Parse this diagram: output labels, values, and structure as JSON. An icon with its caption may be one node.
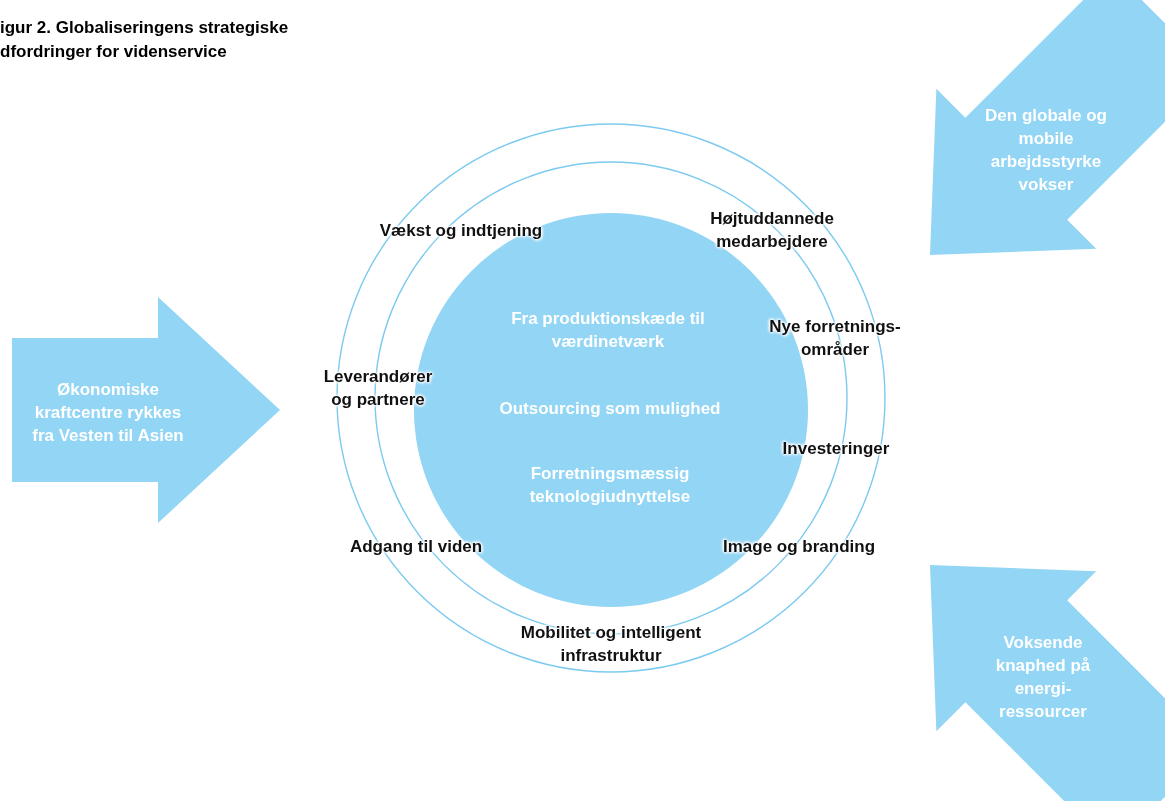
{
  "diagram": {
    "nodes": [
      {
        "text": [
          "Vækst og indtjening",
          "Højtuddannede medarbejdere",
          "Nye forretnings- områder",
          "Leverandører og partnere",
          "Investeringer",
          "Adgang til viden",
          "Image og branding",
          "Mobilitet og intelligent infrastruktur"
        ]
      },
      {
        "text": [
          "Fra produktionskæde til værdinetværk",
          "Outsourcing som mulighed",
          "Forretningsmæssig teknologiudnyttelse"
        ],
        "in": 0
      },
      {
        "text": [
          "Økonomiske kraftcentre rykkes fra Vesten til Asien"
        ]
      },
      {
        "text": [
          "Den globale og mobile arbejdsstyrke vokser"
        ]
      },
      {
        "text": [
          "Voksende knaphed på energi- ressourcer"
        ]
      }
    ],
    "labels": [
      "igur 2. Globaliseringens strategiske dfordringer for videnservice"
    ]
  }
}
